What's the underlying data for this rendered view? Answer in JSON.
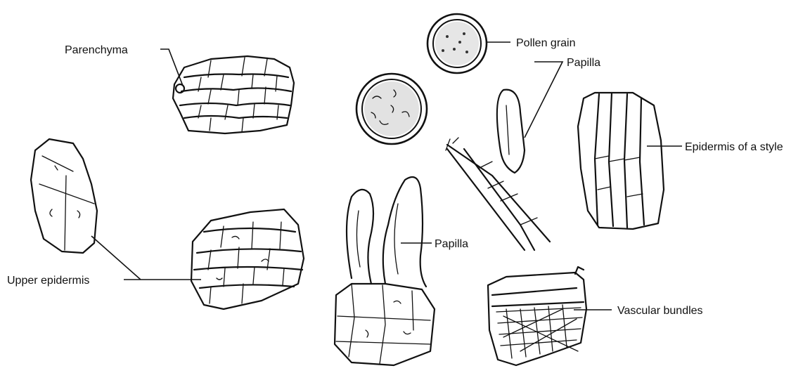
{
  "figure": {
    "labels": {
      "parenchyma": "Parenchyma",
      "pollen_grain": "Pollen grain",
      "papilla_top": "Papilla",
      "papilla_middle": "Papilla",
      "epidermis_style": "Epidermis of a style",
      "upper_epidermis": "Upper epidermis",
      "vascular_bundles": "Vascular bundles"
    }
  }
}
